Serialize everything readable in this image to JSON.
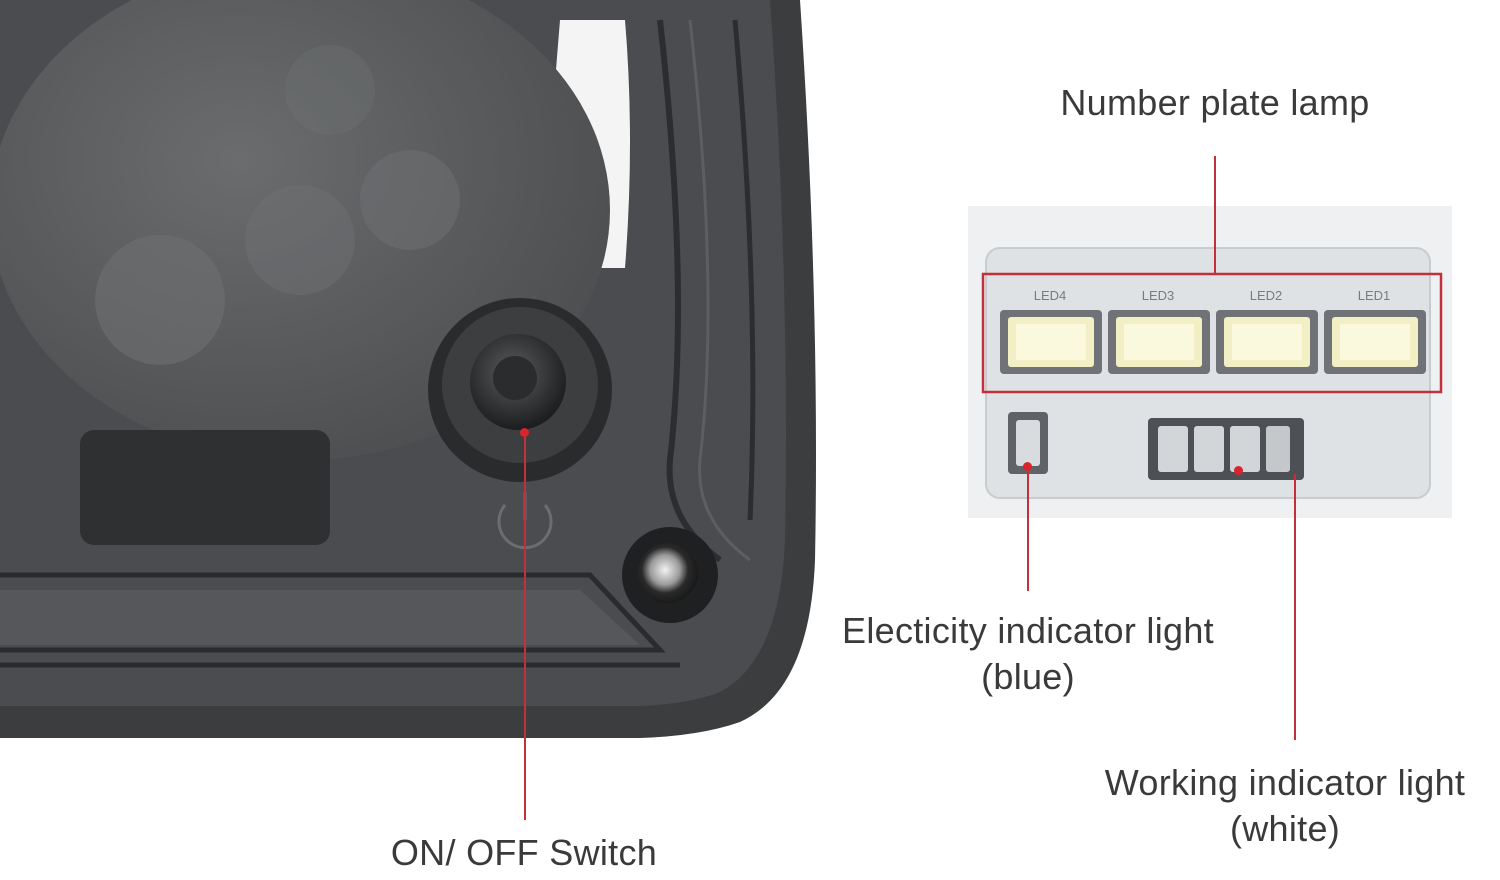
{
  "callouts": {
    "number_plate_lamp": "Number plate lamp",
    "electricity_indicator_line1": "Electicity indicator light",
    "electricity_indicator_line2": "(blue)",
    "working_indicator_line1": "Working indicator light",
    "working_indicator_line2": "(white)",
    "on_off_switch": "ON/ OFF Switch"
  },
  "pcb": {
    "led_labels": [
      "LED4",
      "LED3",
      "LED2",
      "LED1"
    ]
  },
  "colors": {
    "leader_line": "#c0313b",
    "highlight_box": "#c0313b",
    "housing": "#3d3f41",
    "led_glow": "#f4f1c8"
  },
  "icons": {
    "power": "power-symbol-icon"
  }
}
